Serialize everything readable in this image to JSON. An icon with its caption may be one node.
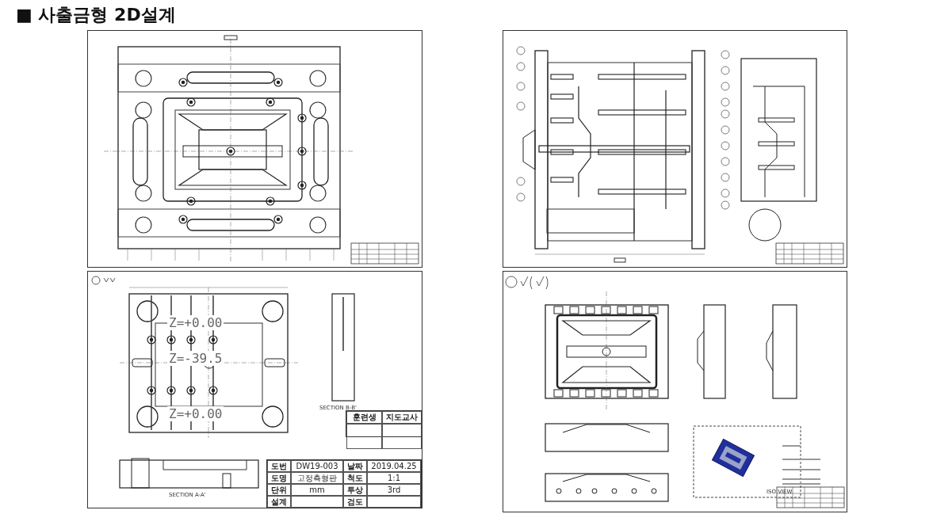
{
  "diagram": {
    "title": "■ 사출금형 2D설계",
    "labels": [
      "Z=+0.00",
      "Z=-39.5",
      "Z=+0.00",
      "SECTION A-A'",
      "SECTION B-B'",
      "훈련생",
      "지도교사",
      "도번",
      "DW19-003",
      "날짜",
      "2019.04.25",
      "도명",
      "고정측형판",
      "척도",
      "1:1",
      "단위",
      "mm",
      "투상",
      "3rd",
      "설계",
      "검도",
      "ISO VIEW"
    ]
  }
}
